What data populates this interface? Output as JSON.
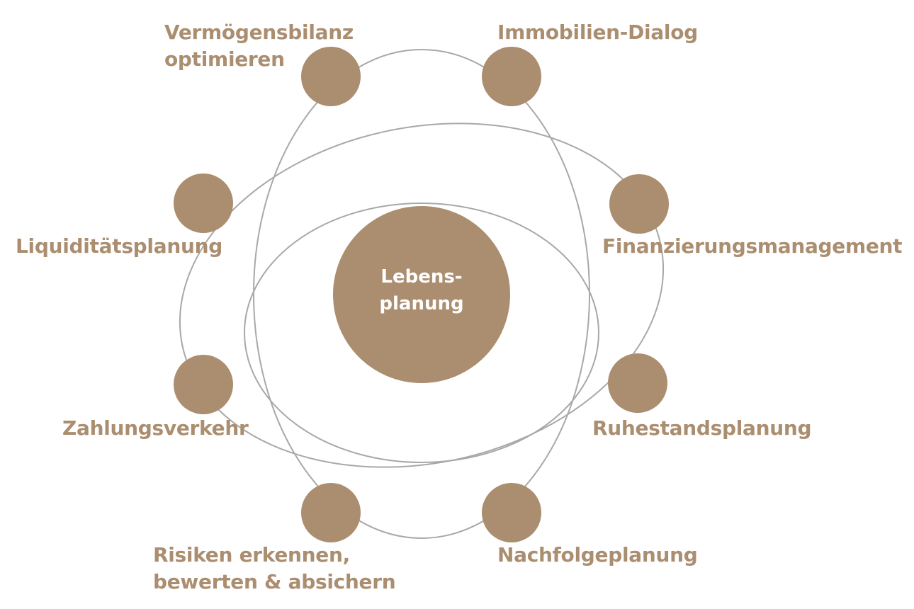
{
  "colors": {
    "accent": "#ab8e70",
    "ring": "#a8a8a8",
    "background": "#ffffff",
    "center_text": "#ffffff"
  },
  "center": {
    "lines": [
      "Lebens-",
      "planung"
    ]
  },
  "topics": [
    {
      "id": "vermoegensbilanz",
      "lines": [
        "Vermögensbilanz",
        "optimieren"
      ]
    },
    {
      "id": "immobilien",
      "lines": [
        "Immobilien-Dialog"
      ]
    },
    {
      "id": "finanzierung",
      "lines": [
        "Finanzierungsmanagement"
      ]
    },
    {
      "id": "ruhestand",
      "lines": [
        "Ruhestandsplanung"
      ]
    },
    {
      "id": "nachfolge",
      "lines": [
        "Nachfolgeplanung"
      ]
    },
    {
      "id": "risiken",
      "lines": [
        "Risiken erkennen,",
        "bewerten & absichern"
      ]
    },
    {
      "id": "zahlungsverkehr",
      "lines": [
        "Zahlungsverkehr"
      ]
    },
    {
      "id": "liquiditaet",
      "lines": [
        "Liquiditätsplanung"
      ]
    }
  ]
}
